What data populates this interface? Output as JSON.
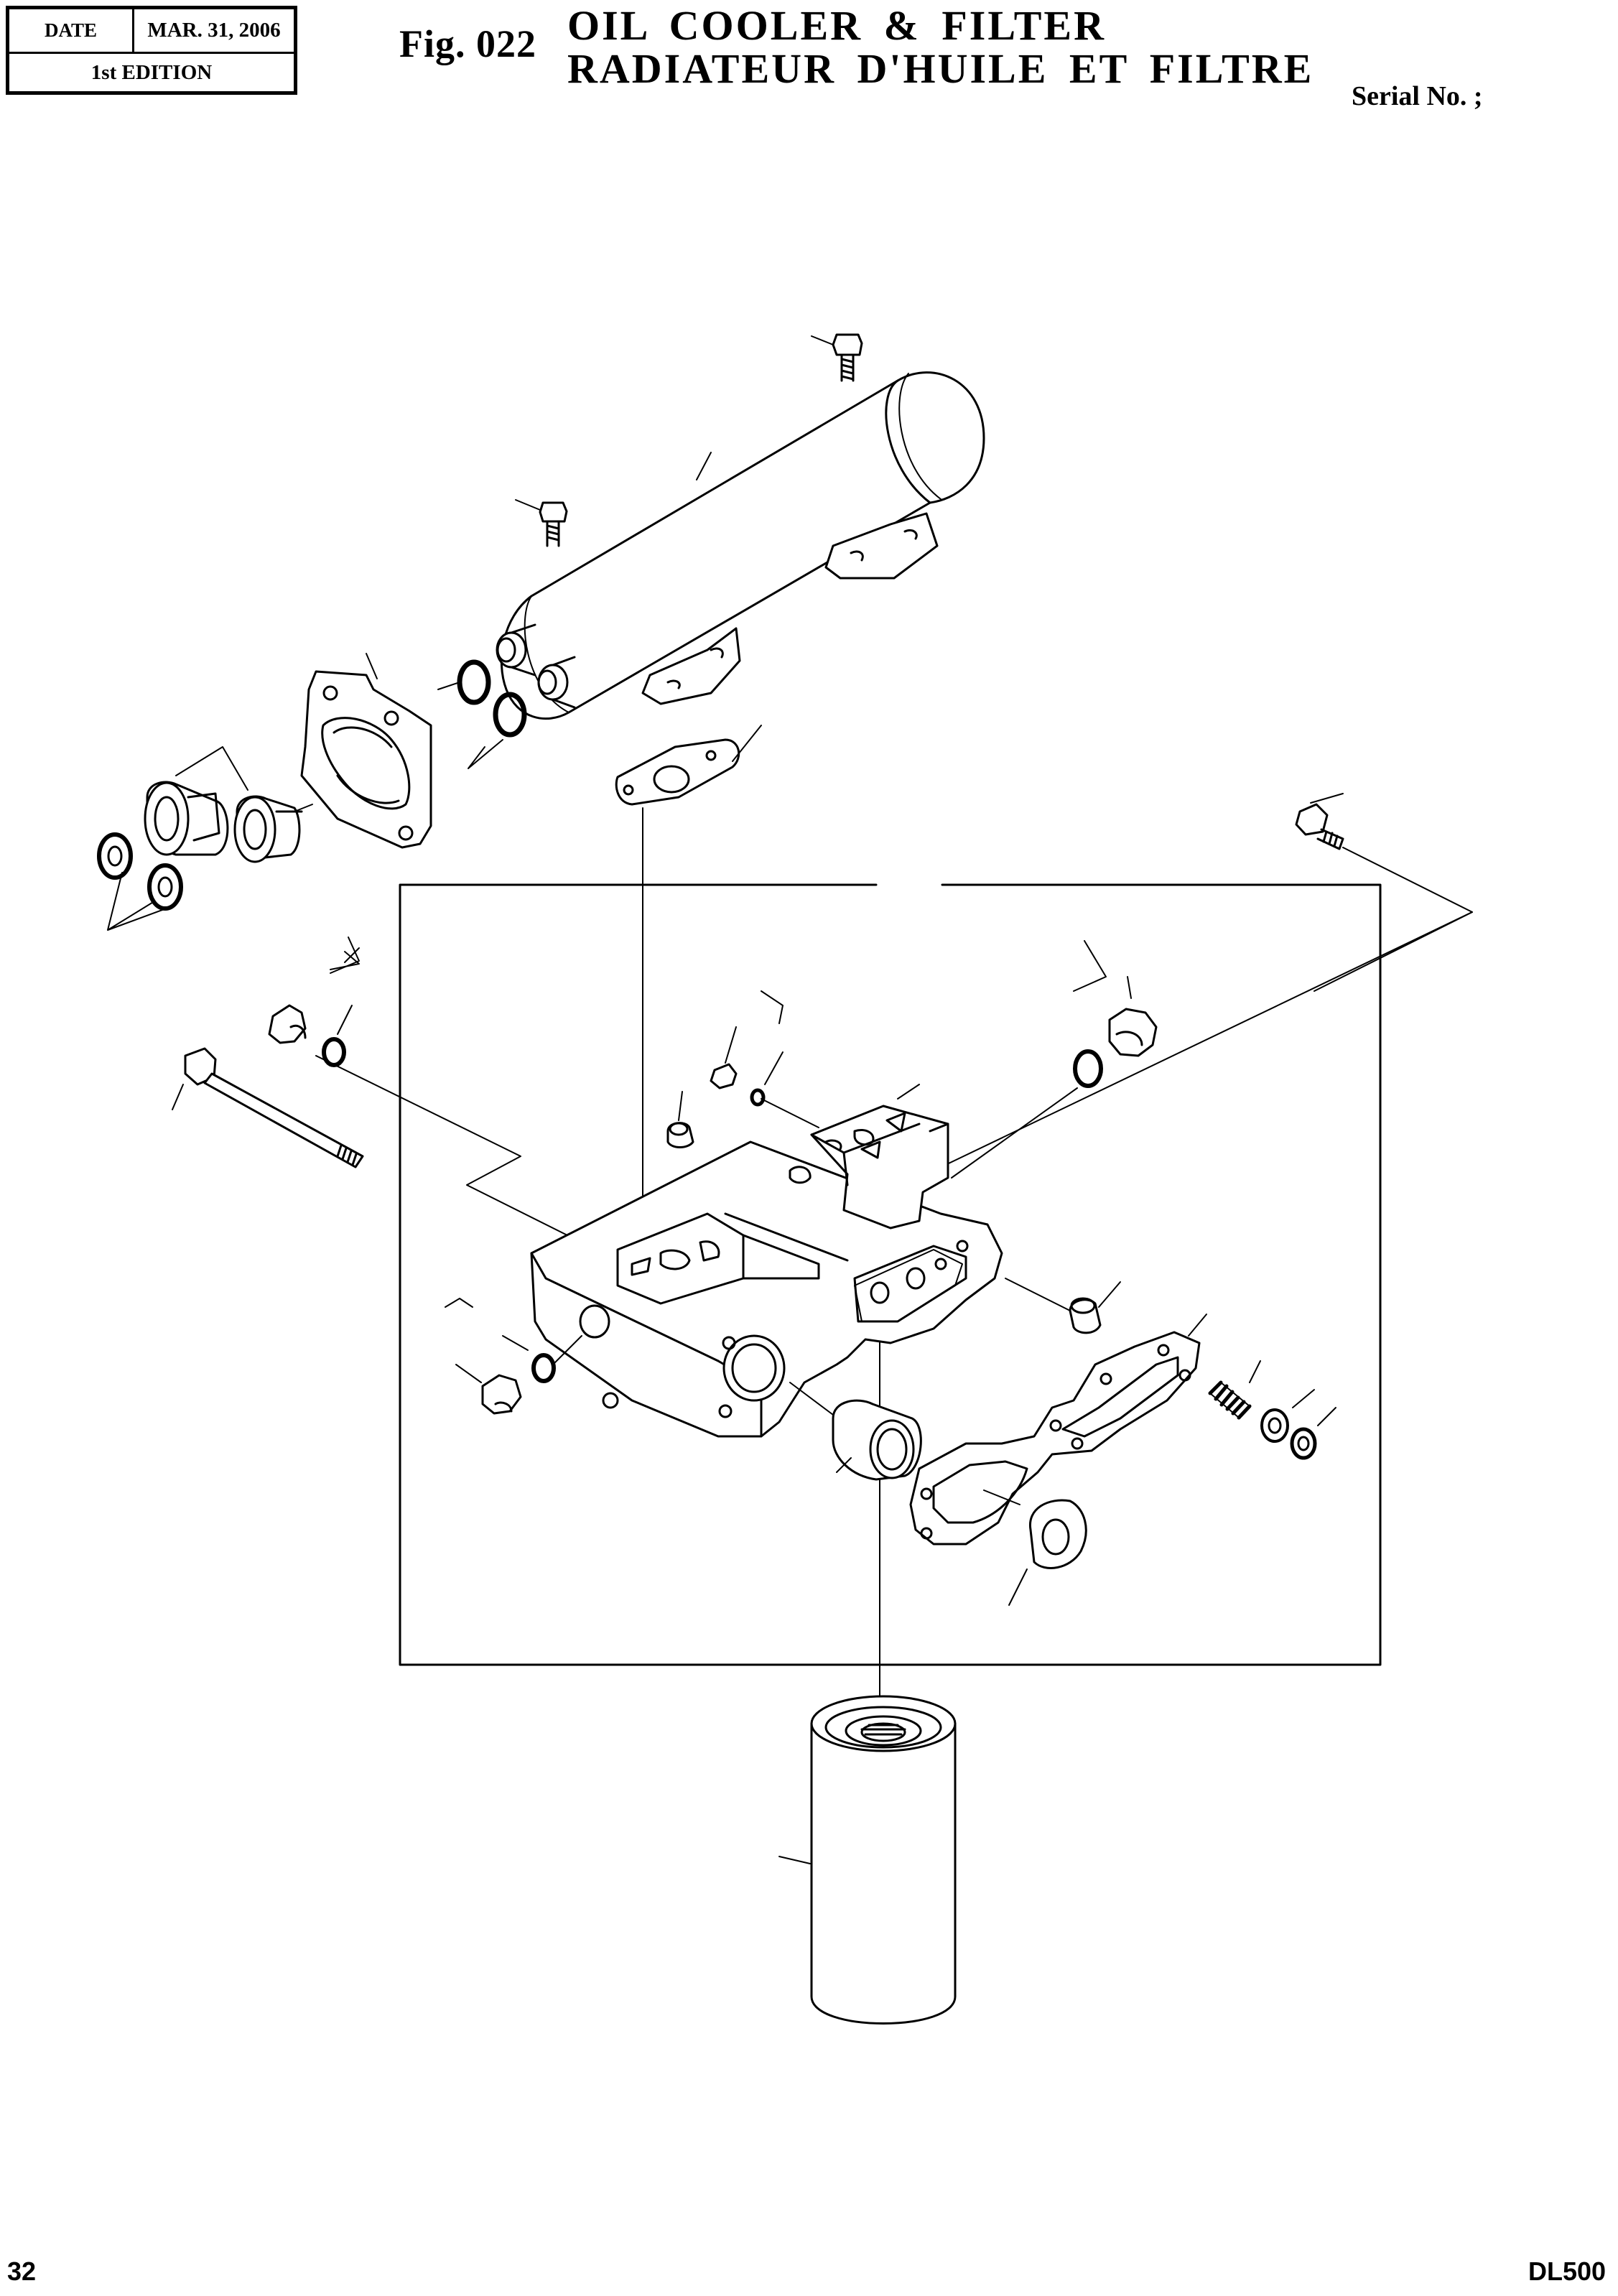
{
  "header": {
    "date_label": "DATE",
    "date_value": "MAR. 31, 2006",
    "edition": "1st EDITION",
    "fig_label": "Fig. 022",
    "title_en": "OIL  COOLER  &  FILTER",
    "title_fr": "RADIATEUR  D'HUILE  ET  FILTRE",
    "serial": "Serial No. ;"
  },
  "footer": {
    "page_number": "32",
    "model": "DL500"
  },
  "drawing": {
    "subject": "oil cooler and filter exploded parts diagram",
    "parts": [
      "oil-cooler",
      "cooler-mounting-bracket",
      "bolts",
      "o-rings",
      "adapter-flange",
      "flange-gasket",
      "hose-fittings",
      "filter-head-housing",
      "valve-blocks",
      "plugs",
      "long-bolt",
      "spacer",
      "gasket",
      "relief-spring",
      "washers",
      "nipple",
      "seal-ring",
      "oil-filter-cartridge"
    ]
  }
}
